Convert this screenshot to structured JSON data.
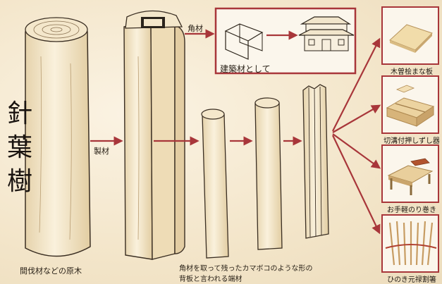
{
  "heading": {
    "chars": [
      "針",
      "葉",
      "樹"
    ]
  },
  "labels": {
    "raw_log": "間伐材などの原木",
    "sawing": "製材",
    "square_timber": "角材",
    "building_material": "建築材として",
    "offcut_line1": "角材を取って残ったカマボコのような形の",
    "offcut_line2": "背板と言われる端材"
  },
  "products": [
    {
      "name": "木曽桧まな板",
      "icon": "cutting-board-icon"
    },
    {
      "name": "切溝付押しずし器",
      "icon": "sushi-press-icon"
    },
    {
      "name": "お手軽のり巻き",
      "icon": "sushi-roll-mat-icon"
    },
    {
      "name": "ひのき元禄割箸",
      "icon": "chopsticks-icon"
    }
  ],
  "colors": {
    "arrow": "#a8363a",
    "box_border": "#a8363a",
    "wood_light": "#f7ecd2",
    "wood_dark": "#dcc49a",
    "ink": "#2a2218"
  }
}
